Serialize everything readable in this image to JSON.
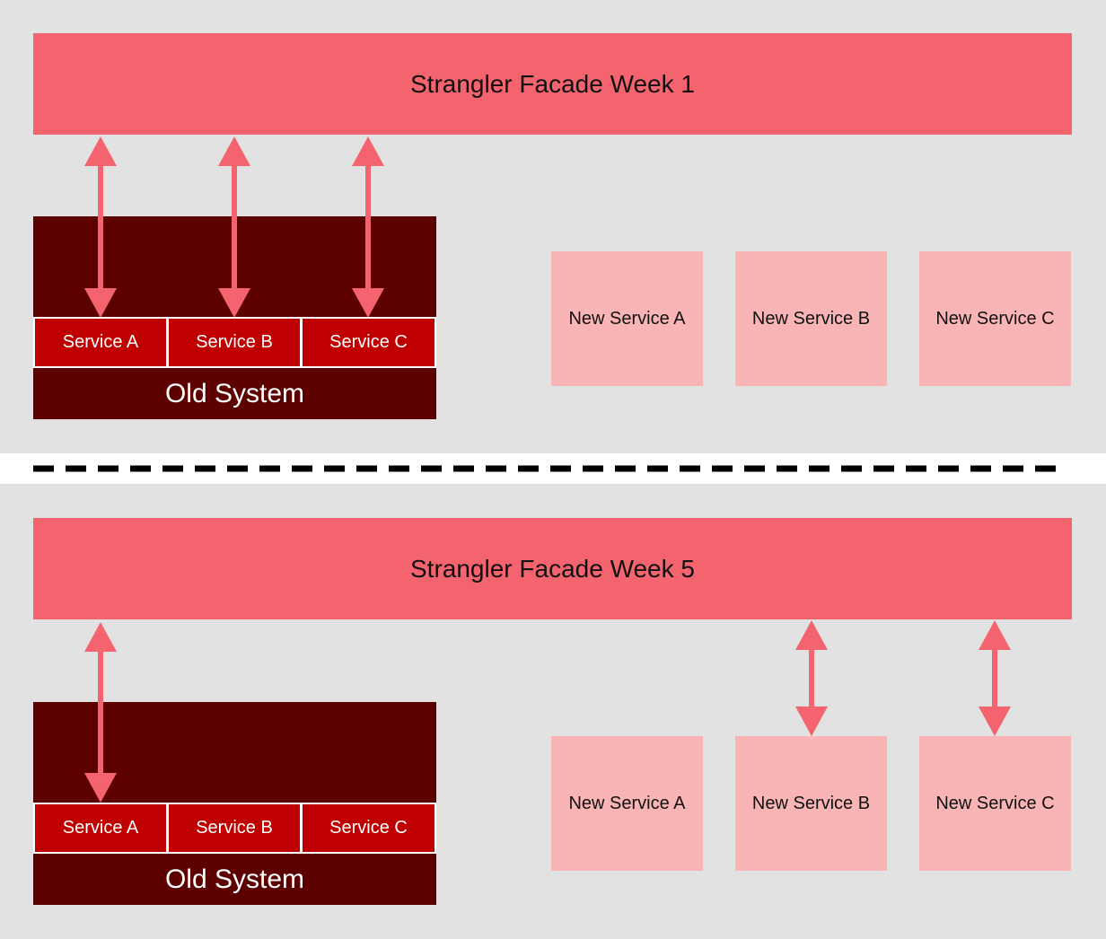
{
  "top": {
    "facade": "Strangler Facade Week 1",
    "services": [
      "Service A",
      "Service B",
      "Service C"
    ],
    "old_system": "Old System",
    "new_services": [
      "New Service A",
      "New Service B",
      "New Service C"
    ]
  },
  "bottom": {
    "facade": "Strangler Facade Week 5",
    "services": [
      "Service A",
      "Service B",
      "Service C"
    ],
    "old_system": "Old System",
    "new_services": [
      "New Service A",
      "New Service B",
      "New Service C"
    ]
  },
  "colors": {
    "facade": "#f4646f",
    "old_system": "#5c0000",
    "service": "#c00000",
    "new_service": "#f9b4b6",
    "arrow": "#f4646f",
    "panel": "#e2e2e2"
  }
}
